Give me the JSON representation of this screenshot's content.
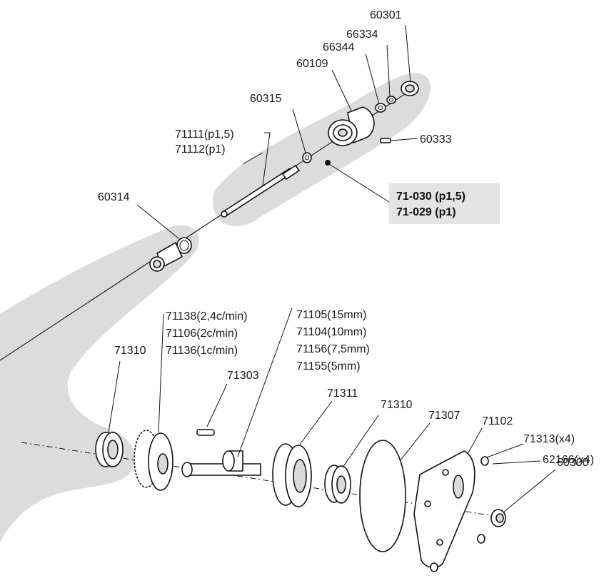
{
  "colors": {
    "shade": "#dcdcdc",
    "callout_box": "#e4e4e4",
    "line": "#111111"
  },
  "labels": {
    "p60301": "60301",
    "p66334": "66334",
    "p66344": "66344",
    "p60109": "60109",
    "p60315": "60315",
    "p71111": "71111(p1,5)",
    "p71112": "71112(p1)",
    "p60333": "60333",
    "p60314": "60314",
    "assy1": "71-030 (p1,5)",
    "assy2": "71-029 (p1)",
    "p71138": "71138(2,4c/min)",
    "p71106": "71106(2c/min)",
    "p71136": "71136(1c/min)",
    "p71310a": "71310",
    "p71303": "71303",
    "p71105": "71105(15mm)",
    "p71104": "71104(10mm)",
    "p71156": "71156(7,5mm)",
    "p71155": "71155(5mm)",
    "p71311": "71311",
    "p71310b": "71310",
    "p71307": "71307",
    "p71102": "71102",
    "p71313": "71313(x4)",
    "p62166": "62166(x4)",
    "p60300": "60300"
  }
}
